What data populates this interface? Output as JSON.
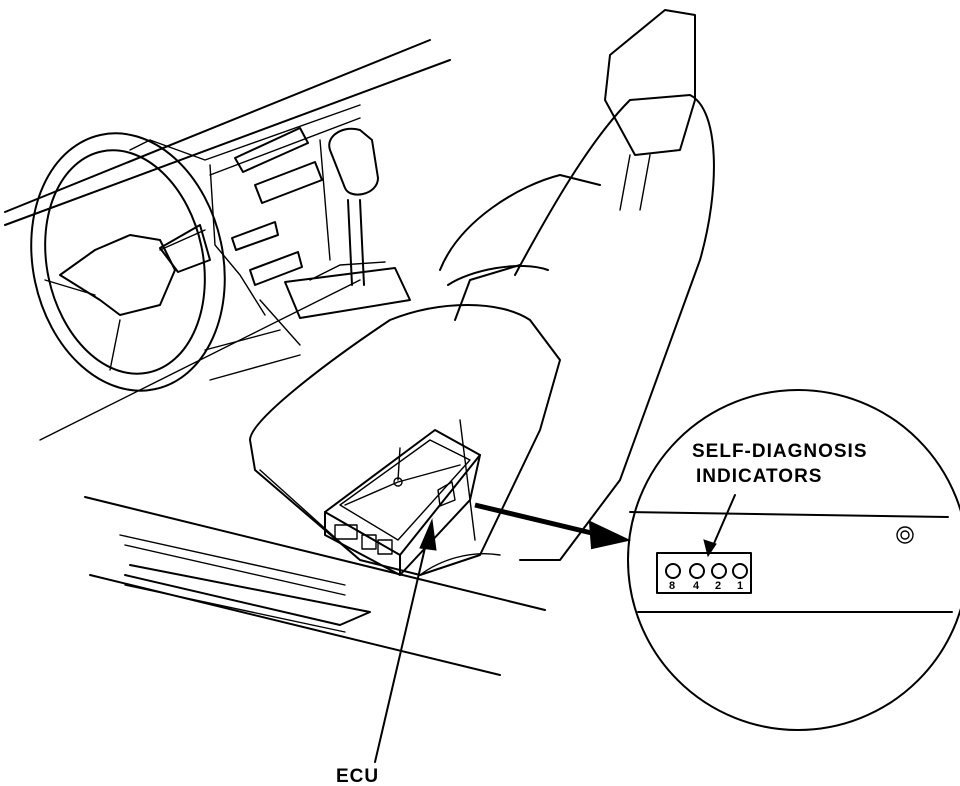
{
  "labels": {
    "indicators_line1": "SELF-DIAGNOSIS",
    "indicators_line2": "INDICATORS",
    "ecu": "ECU"
  },
  "indicator_leds": [
    "8",
    "4",
    "2",
    "1"
  ]
}
